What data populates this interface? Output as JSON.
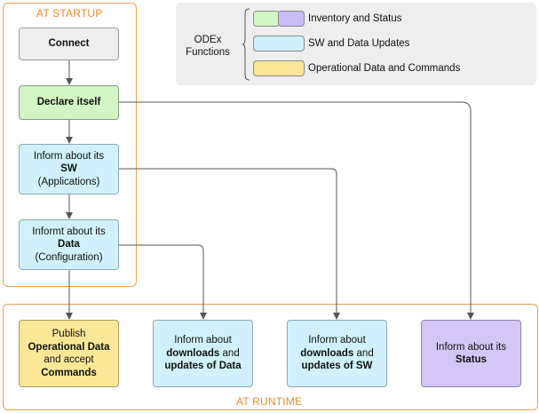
{
  "groups": {
    "startup_label": "AT STARTUP",
    "runtime_label": "AT RUNTIME"
  },
  "legend": {
    "title_line1": "ODEx",
    "title_line2": "Functions",
    "items": [
      {
        "label": "Inventory and Status",
        "colors": [
          "#d4f5c4",
          "#c9bdf6"
        ]
      },
      {
        "label": "SW and Data Updates",
        "colors": [
          "#d0f1fb"
        ]
      },
      {
        "label": "Operational Data and Commands",
        "colors": [
          "#fbe797"
        ]
      }
    ]
  },
  "nodes": {
    "connect": {
      "text": "Connect"
    },
    "declare": {
      "text": "Declare itself"
    },
    "inform_sw": {
      "line1": "Inform about its",
      "line2": "SW",
      "line3": "(Applications)"
    },
    "inform_data": {
      "line1": "Informt about its",
      "line2": "Data",
      "line3": "(Configuration)"
    },
    "publish": {
      "line1": "Publish",
      "line2": "Operational Data",
      "line3": "and accept",
      "line4": "Commands"
    },
    "downloads_data": {
      "line1": "Inform about",
      "line2a": "downloads",
      "line2b": " and",
      "line3": "updates of Data"
    },
    "downloads_sw": {
      "line1": "Inform about",
      "line2a": "downloads",
      "line2b": " and",
      "line3": "updates of SW"
    },
    "status": {
      "line1": "Inform about its",
      "line2": "Status"
    }
  },
  "colors": {
    "group_frame": "#f0a050",
    "group_label": "#f08a24",
    "arrow": "#555555"
  }
}
